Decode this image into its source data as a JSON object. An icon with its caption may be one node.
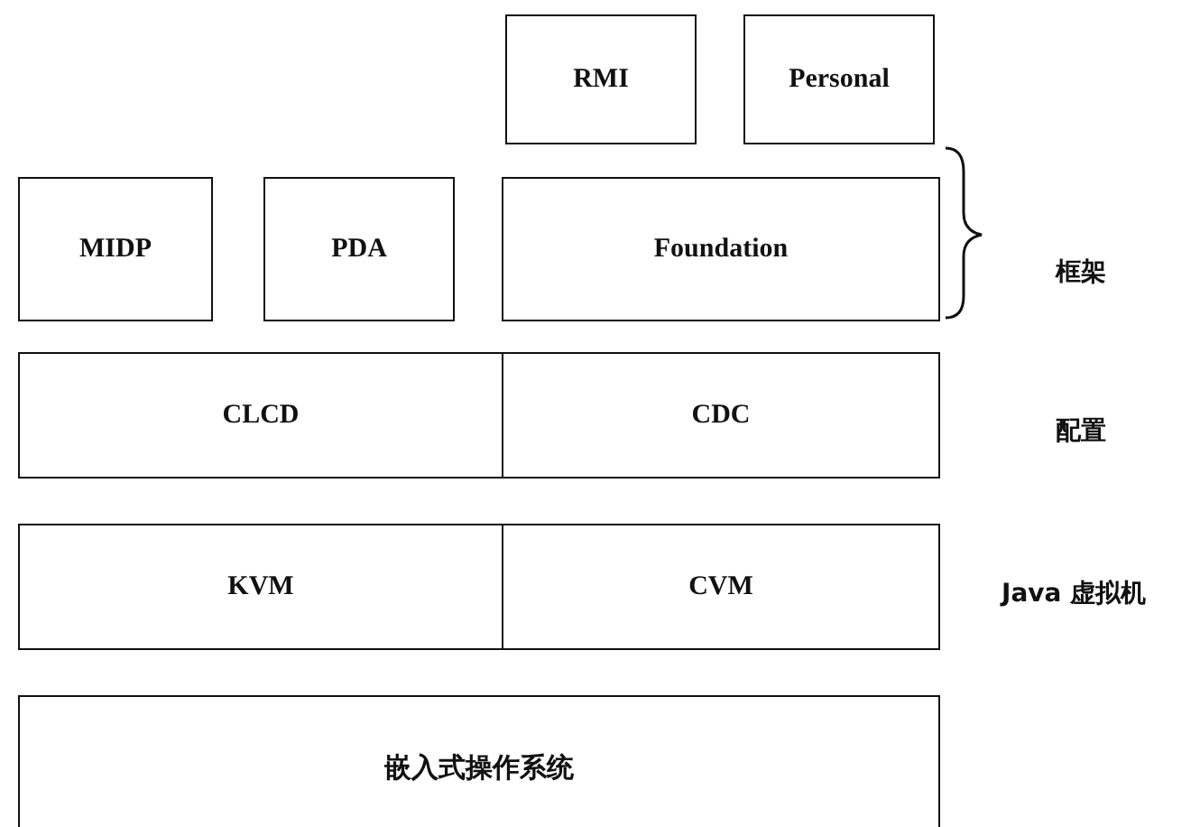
{
  "diagram": {
    "nodes": [
      {
        "text": [
          "RMI"
        ]
      },
      {
        "text": [
          "Personal"
        ]
      },
      {
        "text": [
          "MIDP"
        ]
      },
      {
        "text": [
          "PDA"
        ]
      },
      {
        "text": [
          "Foundation"
        ]
      },
      {
        "text": [
          "CLCD"
        ]
      },
      {
        "text": [
          "CDC"
        ]
      },
      {
        "text": [
          "KVM"
        ]
      },
      {
        "text": [
          "CVM"
        ]
      },
      {
        "text": [
          "嵌入式操作系统"
        ]
      }
    ],
    "labels": [
      "框架",
      "配置",
      "Java 虚拟机"
    ]
  }
}
